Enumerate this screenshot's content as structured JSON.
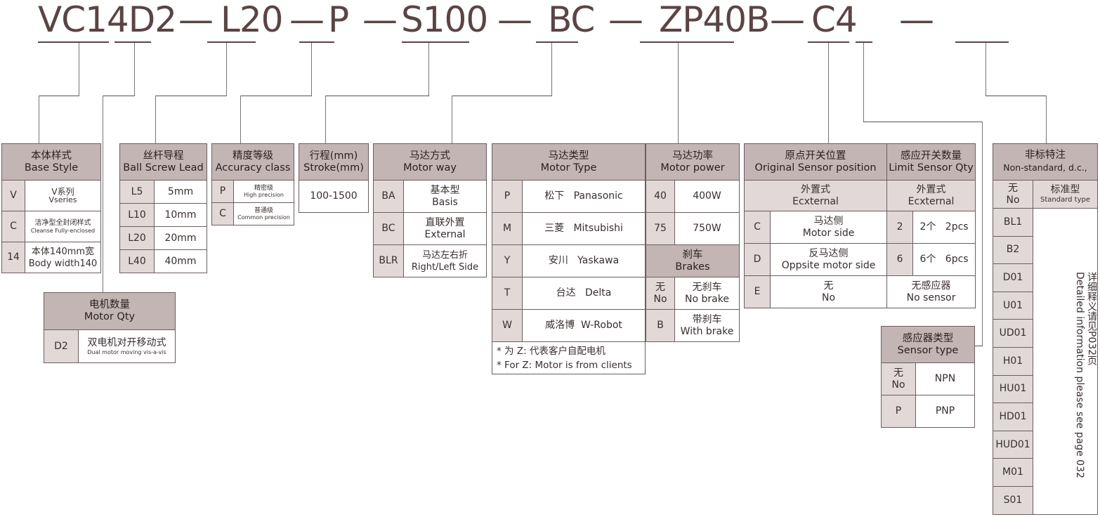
{
  "model_code": {
    "segments": [
      "VC14D2",
      "L20",
      "P",
      "S100",
      "BC",
      "ZP40B",
      "C4",
      "",
      ""
    ],
    "separator": "—"
  },
  "tables": {
    "base_style": {
      "title_cn": "本体样式",
      "title_en": "Base Style",
      "rows": [
        {
          "code": "V",
          "cn": "V系列",
          "en": "Vseries"
        },
        {
          "code": "C",
          "cn": "洁净型全封闭样式",
          "en": "Cleanse Fully-enclosed"
        },
        {
          "code": "14",
          "cn": "本体140mm宽",
          "en": "Body width140"
        }
      ]
    },
    "motor_qty": {
      "title_cn": "电机数量",
      "title_en": "Motor  Qty",
      "rows": [
        {
          "code": "D2",
          "cn": "双电机对开移动式",
          "en": "Dual motor moving vis-a-vis"
        }
      ]
    },
    "ball_screw_lead": {
      "title_cn": "丝杆导程",
      "title_en": "Ball Screw Lead",
      "rows": [
        {
          "code": "L5",
          "value": "5mm"
        },
        {
          "code": "L10",
          "value": "10mm"
        },
        {
          "code": "L20",
          "value": "20mm"
        },
        {
          "code": "L40",
          "value": "40mm"
        }
      ]
    },
    "accuracy_class": {
      "title_cn": "精度等级",
      "title_en": "Accuracy class",
      "rows": [
        {
          "code": "P",
          "cn": "精密级",
          "en": "High precision"
        },
        {
          "code": "C",
          "cn": "普通级",
          "en": "Common precision"
        }
      ]
    },
    "stroke": {
      "title_cn": "行程(mm)",
      "title_en": "Stroke(mm)",
      "value": "100-1500"
    },
    "motor_way": {
      "title_cn": "马达方式",
      "title_en": "Motor way",
      "rows": [
        {
          "code": "BA",
          "cn": "基本型",
          "en": "Basis"
        },
        {
          "code": "BC",
          "cn": "直联外置",
          "en": "External"
        },
        {
          "code": "BLR",
          "cn": "马达左右折",
          "en": "Right/Left Side"
        }
      ]
    },
    "motor_type": {
      "title_cn": "马达类型",
      "title_en": "Motor Type",
      "rows": [
        {
          "code": "P",
          "value": "松下   Panasonic"
        },
        {
          "code": "M",
          "value": "三菱   Mitsubishi"
        },
        {
          "code": "Y",
          "value": "安川   Yaskawa"
        },
        {
          "code": "T",
          "value": "台达   Delta"
        },
        {
          "code": "W",
          "value": "威洛博  W-Robot"
        }
      ],
      "note_cn": "* 为 Z: 代表客户自配电机",
      "note_en": "* For Z: Motor is from clients"
    },
    "motor_power": {
      "title_cn": "马达功率",
      "title_en": "Motor power",
      "rows": [
        {
          "code": "40",
          "value": "400W"
        },
        {
          "code": "75",
          "value": "750W"
        }
      ]
    },
    "brakes": {
      "title_cn": "刹车",
      "title_en": "Brakes",
      "rows": [
        {
          "code_cn": "无",
          "code_en": "No",
          "cn": "无刹车",
          "en": "No brake"
        },
        {
          "code": "B",
          "cn": "带刹车",
          "en": "With brake"
        }
      ]
    },
    "original_sensor": {
      "title_cn": "原点开关位置",
      "title_en": "Original Sensor position",
      "sub_cn": "外置式",
      "sub_en": "Ecxternal",
      "rows": [
        {
          "code": "C",
          "cn": "马达侧",
          "en": "Motor side"
        },
        {
          "code": "D",
          "cn": "反马达侧",
          "en": "Oppsite motor side"
        },
        {
          "code": "E",
          "cn": "无",
          "en": "No"
        }
      ]
    },
    "limit_sensor": {
      "title_cn": "感应开关数量",
      "title_en": "Limit Sensor Qty",
      "sub_cn": "外置式",
      "sub_en": "Ecxternal",
      "rows": [
        {
          "code": "2",
          "value": "2个   2pcs"
        },
        {
          "code": "6",
          "value": "6个   6pcs"
        }
      ],
      "none_cn": "无感应器",
      "none_en": "No sensor"
    },
    "sensor_type": {
      "title_cn": "感应器类型",
      "title_en": "Sensor type",
      "rows": [
        {
          "code_cn": "无",
          "code_en": "No",
          "value": "NPN"
        },
        {
          "code": "P",
          "value": "PNP"
        }
      ]
    },
    "non_standard": {
      "title_cn": "非标特注",
      "title_en": "Non-standard, d.c.,",
      "std_code_cn": "无",
      "std_code_en": "No",
      "std_cn": "标准型",
      "std_en": "Standard type",
      "codes": [
        "BL1",
        "B2",
        "D01",
        "U01",
        "UD01",
        "H01",
        "HU01",
        "HD01",
        "HUD01",
        "M01",
        "S01"
      ],
      "detail_cn": "详细释义请见P032页",
      "detail_en": "Detailed information please see page 032"
    }
  }
}
